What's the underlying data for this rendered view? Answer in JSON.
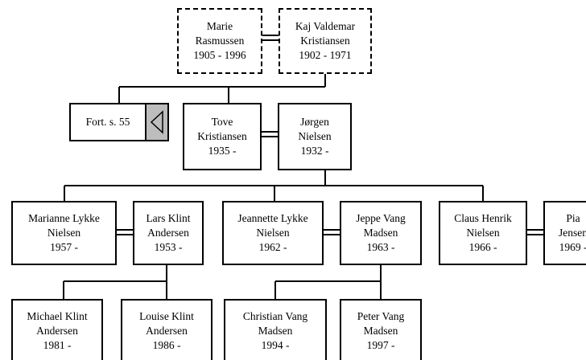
{
  "grandparents": {
    "wife": {
      "line1": "Marie",
      "line2": "Rasmussen",
      "line3": "1905 - 1996"
    },
    "husband": {
      "line1": "Kaj Valdemar",
      "line2": "Kristiansen",
      "line3": "1902 - 1971"
    }
  },
  "continuation": {
    "label": "Fort. s. 55",
    "icon": "left-triangle-icon"
  },
  "parents": {
    "wife": {
      "line1": "Tove",
      "line2": "Kristiansen",
      "line3": "1935 -"
    },
    "husband": {
      "line1": "Jørgen",
      "line2": "Nielsen",
      "line3": "1932 -"
    }
  },
  "children": [
    {
      "line1": "Marianne Lykke",
      "line2": "Nielsen",
      "line3": "1957 -"
    },
    {
      "line1": "Lars Klint",
      "line2": "Andersen",
      "line3": "1953 -"
    },
    {
      "line1": "Jeannette Lykke",
      "line2": "Nielsen",
      "line3": "1962 -"
    },
    {
      "line1": "Jeppe Vang",
      "line2": "Madsen",
      "line3": "1963 -"
    },
    {
      "line1": "Claus Henrik",
      "line2": "Nielsen",
      "line3": "1966 -"
    },
    {
      "line1": "Pia",
      "line2": "Jensen",
      "line3": "1969 -"
    }
  ],
  "grandchildren": [
    {
      "line1": "Michael Klint",
      "line2": "Andersen",
      "line3": "1981 -"
    },
    {
      "line1": "Louise Klint",
      "line2": "Andersen",
      "line3": "1986 -"
    },
    {
      "line1": "Christian Vang",
      "line2": "Madsen",
      "line3": "1994 -"
    },
    {
      "line1": "Peter Vang",
      "line2": "Madsen",
      "line3": "1997 -"
    }
  ],
  "colors": {
    "line": "#000000",
    "ref_fill": "#bdbdbd",
    "background": "#ffffff"
  }
}
